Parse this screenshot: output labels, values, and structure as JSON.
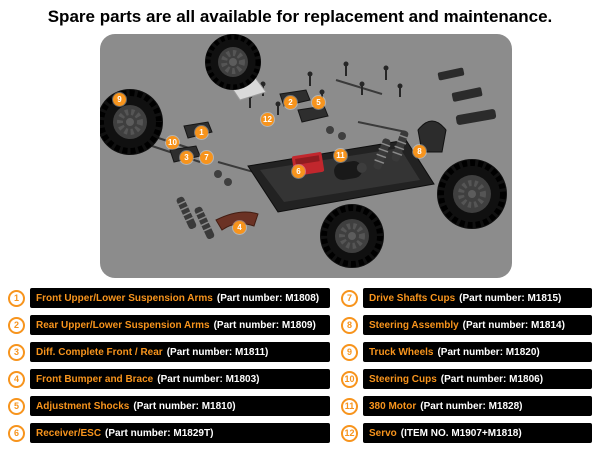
{
  "title": "Spare parts are all available for replacement and maintenance.",
  "colors": {
    "accent_orange": "#f7941d",
    "legend_bar_background": "#000000",
    "legend_name_text": "#f7941d",
    "legend_part_text": "#ffffff",
    "diagram_panel_background": "#8c8c8c"
  },
  "diagram": {
    "markers": [
      {
        "num": "1"
      },
      {
        "num": "2"
      },
      {
        "num": "3"
      },
      {
        "num": "4"
      },
      {
        "num": "5"
      },
      {
        "num": "6"
      },
      {
        "num": "7"
      },
      {
        "num": "8"
      },
      {
        "num": "9"
      },
      {
        "num": "10"
      },
      {
        "num": "11"
      },
      {
        "num": "12"
      }
    ]
  },
  "legend": {
    "left": [
      {
        "num": "1",
        "name": "Front Upper/Lower Suspension Arms",
        "part": "(Part number: M1808)"
      },
      {
        "num": "2",
        "name": "Rear Upper/Lower Suspension Arms",
        "part": "(Part number: M1809)"
      },
      {
        "num": "3",
        "name": "Diff. Complete Front / Rear",
        "part": "(Part number: M1811)"
      },
      {
        "num": "4",
        "name": "Front Bumper and Brace",
        "part": "(Part number: M1803)"
      },
      {
        "num": "5",
        "name": "Adjustment Shocks",
        "part": "(Part number: M1810)"
      },
      {
        "num": "6",
        "name": "Receiver/ESC",
        "part": "(Part number: M1829T)"
      }
    ],
    "right": [
      {
        "num": "7",
        "name": "Drive Shafts Cups",
        "part": "(Part number: M1815)"
      },
      {
        "num": "8",
        "name": "Steering Assembly",
        "part": "(Part number: M1814)"
      },
      {
        "num": "9",
        "name": "Truck Wheels",
        "part": "(Part number: M1820)"
      },
      {
        "num": "10",
        "name": "Steering Cups",
        "part": "(Part number: M1806)"
      },
      {
        "num": "11",
        "name": "380 Motor",
        "part": "(Part number: M1828)"
      },
      {
        "num": "12",
        "name": "Servo",
        "part": "(ITEM NO. M1907+M1818)"
      }
    ]
  }
}
